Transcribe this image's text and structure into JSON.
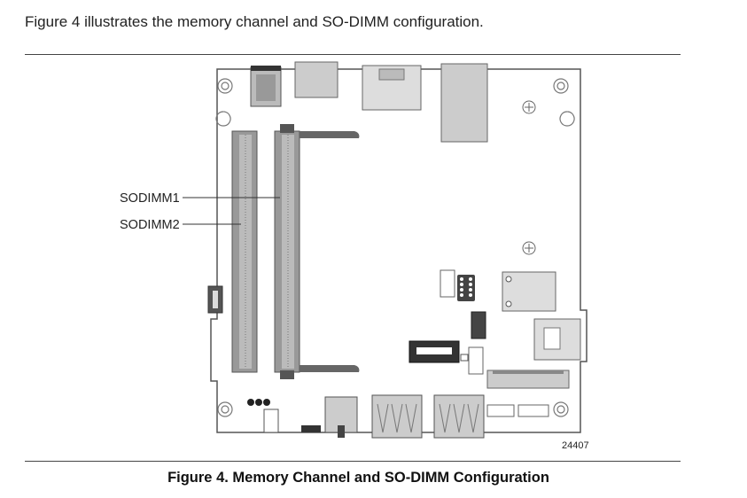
{
  "intro_text": "Figure 4 illustrates the memory channel and SO-DIMM configuration.",
  "labels": {
    "sodimm1": "SODIMM1",
    "sodimm2": "SODIMM2",
    "figure_number": "24407"
  },
  "caption": "Figure 4.  Memory Channel and SO-DIMM Configuration",
  "colors": {
    "board_fill": "#ffffff",
    "board_outline": "#555555",
    "component_gray": "#cccccc",
    "component_dark": "#888888",
    "dark_connector": "#333333"
  }
}
